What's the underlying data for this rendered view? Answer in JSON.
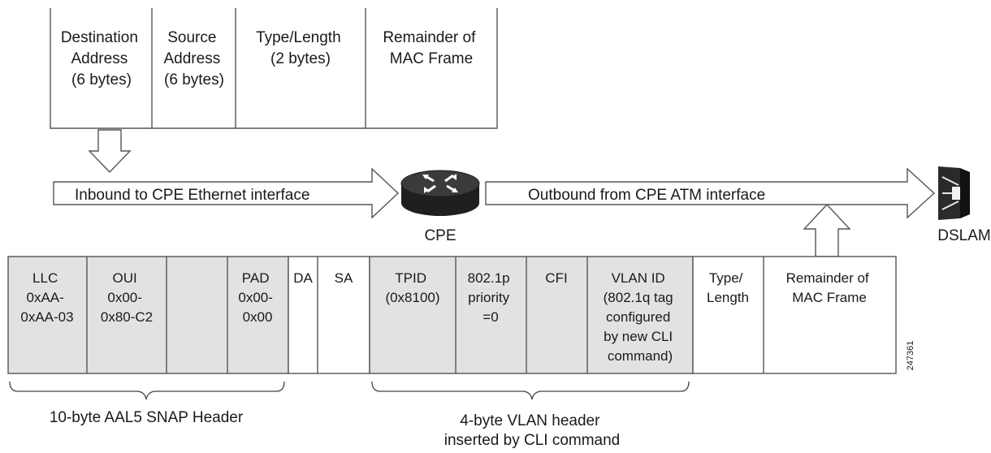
{
  "mac_frame": {
    "destination": [
      "Destination",
      "Address",
      "(6 bytes)"
    ],
    "source": [
      "Source",
      "Address",
      "(6 bytes)"
    ],
    "type_length": [
      "Type/Length",
      "(2 bytes)"
    ],
    "remainder": [
      "Remainder of",
      "MAC Frame"
    ]
  },
  "flow": {
    "inbound": "Inbound to CPE Ethernet interface",
    "outbound": "Outbound from CPE ATM interface",
    "cpe": "CPE",
    "dslam": "DSLAM"
  },
  "packet": {
    "llc": [
      "LLC",
      "0xAA-",
      "0xAA-03"
    ],
    "oui": [
      "OUI",
      "0x00-",
      "0x80-C2"
    ],
    "pad": [
      "PAD",
      "0x00-",
      "0x00"
    ],
    "da": "DA",
    "sa": "SA",
    "tpid": [
      "TPID",
      "(0x8100)"
    ],
    "priority": [
      "802.1p",
      "priority",
      "=0"
    ],
    "cfi": "CFI",
    "vlan_id": [
      "VLAN ID",
      "(802.1q tag",
      "configured",
      "by new CLI",
      "command)"
    ],
    "type": [
      "Type/",
      "Length"
    ],
    "remainder": [
      "Remainder of",
      "MAC Frame"
    ]
  },
  "figure_id": "247361",
  "braces": {
    "snap": "10-byte AAL5 SNAP Header",
    "vlan": [
      "4-byte VLAN header",
      "inserted by CLI command"
    ]
  },
  "colors": {
    "header_fill": "#e2e2e2",
    "stroke": "#555555"
  }
}
